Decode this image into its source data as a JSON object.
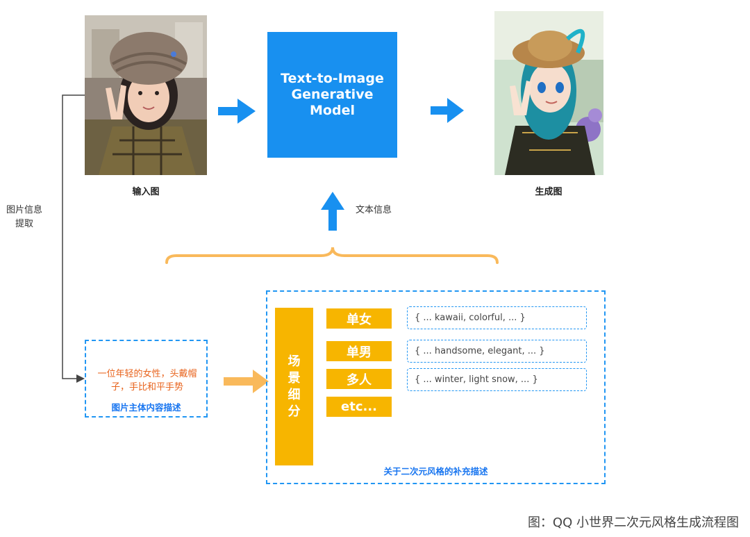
{
  "input_image": {
    "caption": "输入图"
  },
  "model": {
    "title": "Text-to-Image Generative Model"
  },
  "output_image": {
    "caption": "生成图"
  },
  "text_info_label": "文本信息",
  "image_extract_label": "图片信息提取",
  "subject_description": {
    "text": "一位年轻的女性，头戴帽子，手比和平手势",
    "title": "图片主体内容描述"
  },
  "scene_breakdown": {
    "label": "场景细分",
    "tags": [
      "单女",
      "单男",
      "多人",
      "etc..."
    ],
    "keywords": [
      "{ ... kawaii, colorful,  ... }",
      "{ ... handsome, elegant, ... }",
      "{ ... winter, light snow, ... }"
    ],
    "title": "关于二次元风格的补充描述"
  },
  "footer_caption": "图：QQ 小世界二次元风格生成流程图",
  "colors": {
    "blue": "#1890f0",
    "orange": "#f7b500",
    "text_orange": "#e8631c",
    "arrow_orange": "#f9b95b"
  }
}
